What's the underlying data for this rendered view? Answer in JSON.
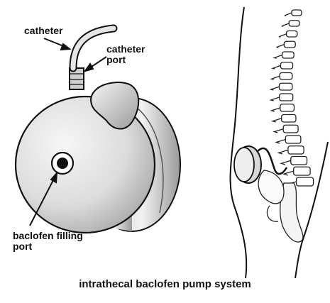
{
  "labels": {
    "catheter": "catheter",
    "catheter_port_line1": "catheter",
    "catheter_port_line2": "port",
    "filling_port_line1": "baclofen filling",
    "filling_port_line2": "port"
  },
  "caption": "intrathecal baclofen pump system",
  "colors": {
    "ink": "#111111",
    "metal_light": "#e8e8e8",
    "metal_dark": "#8a8a8a"
  }
}
